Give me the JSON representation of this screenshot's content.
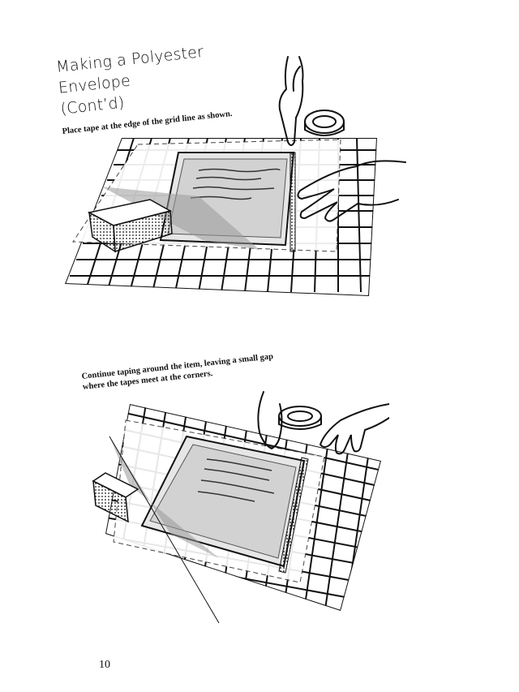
{
  "heading": {
    "line1": "Making a Polyester Envelope",
    "line2": "(Cont’d)"
  },
  "step1": {
    "caption": "Place tape at the edge of the grid line as shown."
  },
  "step2": {
    "caption_line1": "Continue taping around the item, leaving a small gap",
    "caption_line2": "where the tapes meet at the corners."
  },
  "page_number": "10"
}
